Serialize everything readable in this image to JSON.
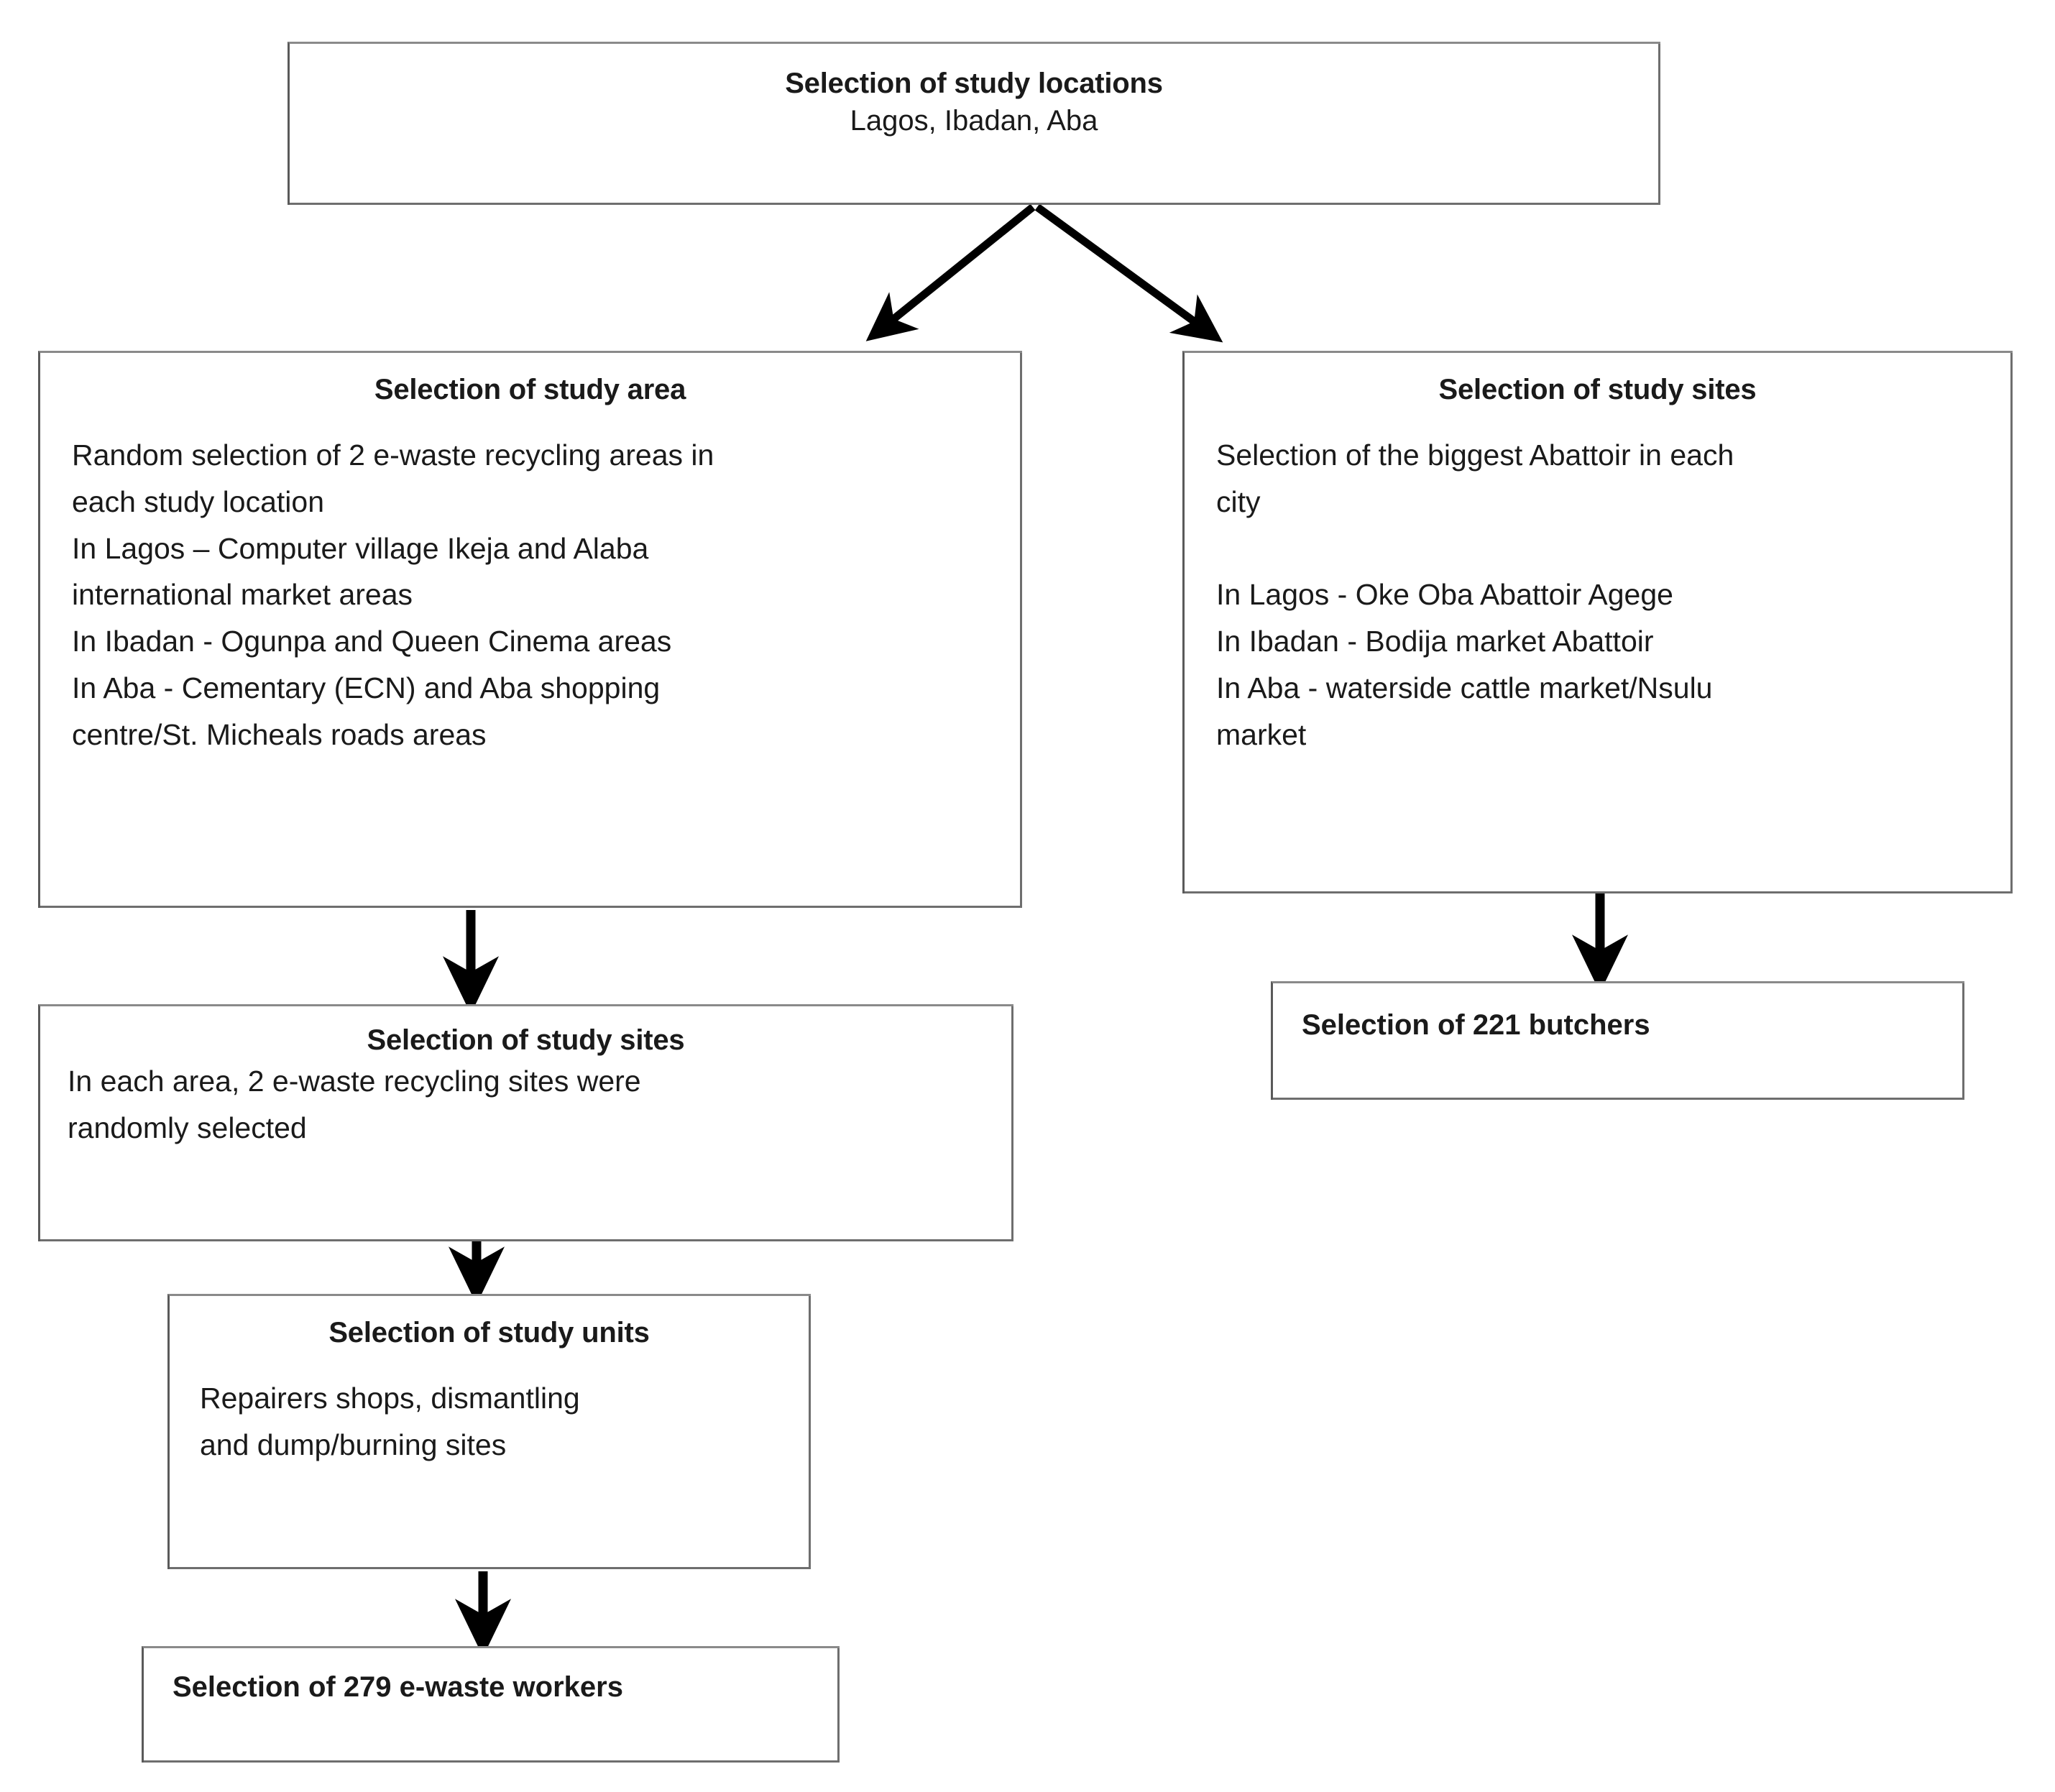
{
  "diagram": {
    "title": "Study sampling flowchart",
    "line_color": "#6e6e6e",
    "arrow_color": "#000000",
    "background": "#ffffff"
  },
  "nodes": {
    "study_locations": {
      "title": "Selection of study locations",
      "subtitle": "Lagos, Ibadan, Aba"
    },
    "study_area": {
      "title": "Selection of study area",
      "lines": [
        "Random selection of 2 e-waste recycling areas in",
        "each study location",
        "In Lagos   – Computer village Ikeja and Alaba",
        "international market areas",
        "In Ibadan - Ogunpa and Queen Cinema areas",
        "In Aba      - Cementary (ECN) and Aba shopping",
        "centre/St. Micheals roads areas"
      ]
    },
    "study_sites_right": {
      "title": "Selection of study sites",
      "lines": [
        "Selection of the biggest Abattoir in each",
        "city",
        "",
        "In Lagos - Oke Oba Abattoir Agege",
        "In Ibadan - Bodija market  Abattoir",
        "In Aba - waterside cattle market/Nsulu",
        "market"
      ]
    },
    "butchers": {
      "label": "Selection of  221 butchers"
    },
    "study_sites_left": {
      "title": "Selection of study sites",
      "lines": [
        "In each area, 2  e-waste recycling sites were",
        "randomly selected"
      ]
    },
    "study_units": {
      "title": "Selection of study units",
      "lines": [
        "Repairers shops, dismantling",
        "and dump/burning sites"
      ]
    },
    "workers": {
      "label": "Selection of  279 e-waste workers"
    }
  },
  "edges": [
    {
      "name": "locations-to-study-area",
      "from": "study_locations",
      "to": "study_area",
      "style": "diagonal-left"
    },
    {
      "name": "locations-to-study-sites-right",
      "from": "study_locations",
      "to": "study_sites_right",
      "style": "diagonal-right"
    },
    {
      "name": "study-area-to-study-sites-left",
      "from": "study_area",
      "to": "study_sites_left",
      "style": "vertical"
    },
    {
      "name": "study-sites-left-to-study-units",
      "from": "study_sites_left",
      "to": "study_units",
      "style": "vertical"
    },
    {
      "name": "study-units-to-workers",
      "from": "study_units",
      "to": "workers",
      "style": "vertical"
    },
    {
      "name": "study-sites-right-to-butchers",
      "from": "study_sites_right",
      "to": "butchers",
      "style": "vertical"
    }
  ]
}
